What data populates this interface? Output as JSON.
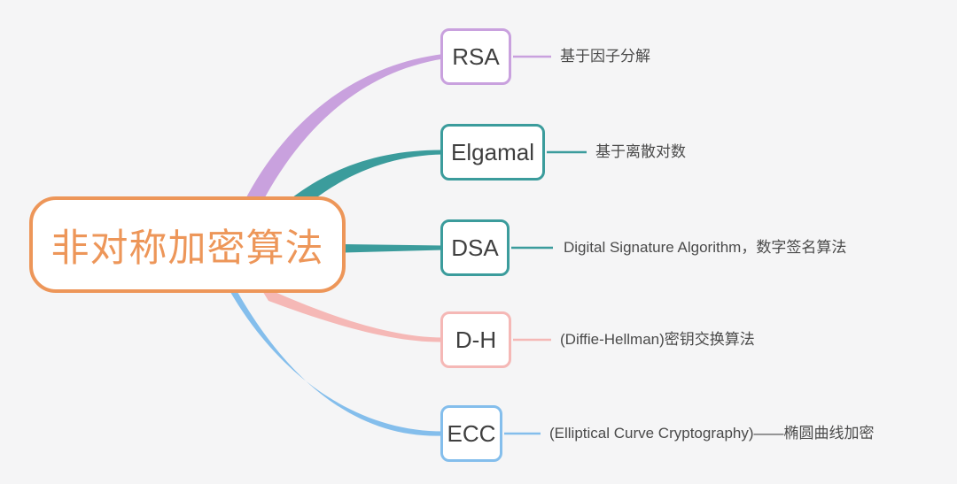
{
  "mindmap": {
    "background_color": "#f5f5f6",
    "root": {
      "label": "非对称加密算法",
      "color": "#ed9659",
      "text_color": "#ed9659"
    },
    "branches": [
      {
        "id": "rsa",
        "label": "RSA",
        "note": "基于因子分解",
        "color": "#c9a1de"
      },
      {
        "id": "elgamal",
        "label": "Elgamal",
        "note": "基于离散对数",
        "color": "#3b9c9c"
      },
      {
        "id": "dsa",
        "label": "DSA",
        "note": "Digital Signature Algorithm，数字签名算法",
        "color": "#3b9c9c"
      },
      {
        "id": "dh",
        "label": "D-H",
        "note": "(Diffie-Hellman)密钥交换算法",
        "color": "#f5b8b6"
      },
      {
        "id": "ecc",
        "label": "ECC",
        "note": "(Elliptical Curve Cryptography)——椭圆曲线加密",
        "color": "#84beec"
      }
    ],
    "node_text_color": "#3f3f3f",
    "note_text_color": "#4a4a4a"
  }
}
